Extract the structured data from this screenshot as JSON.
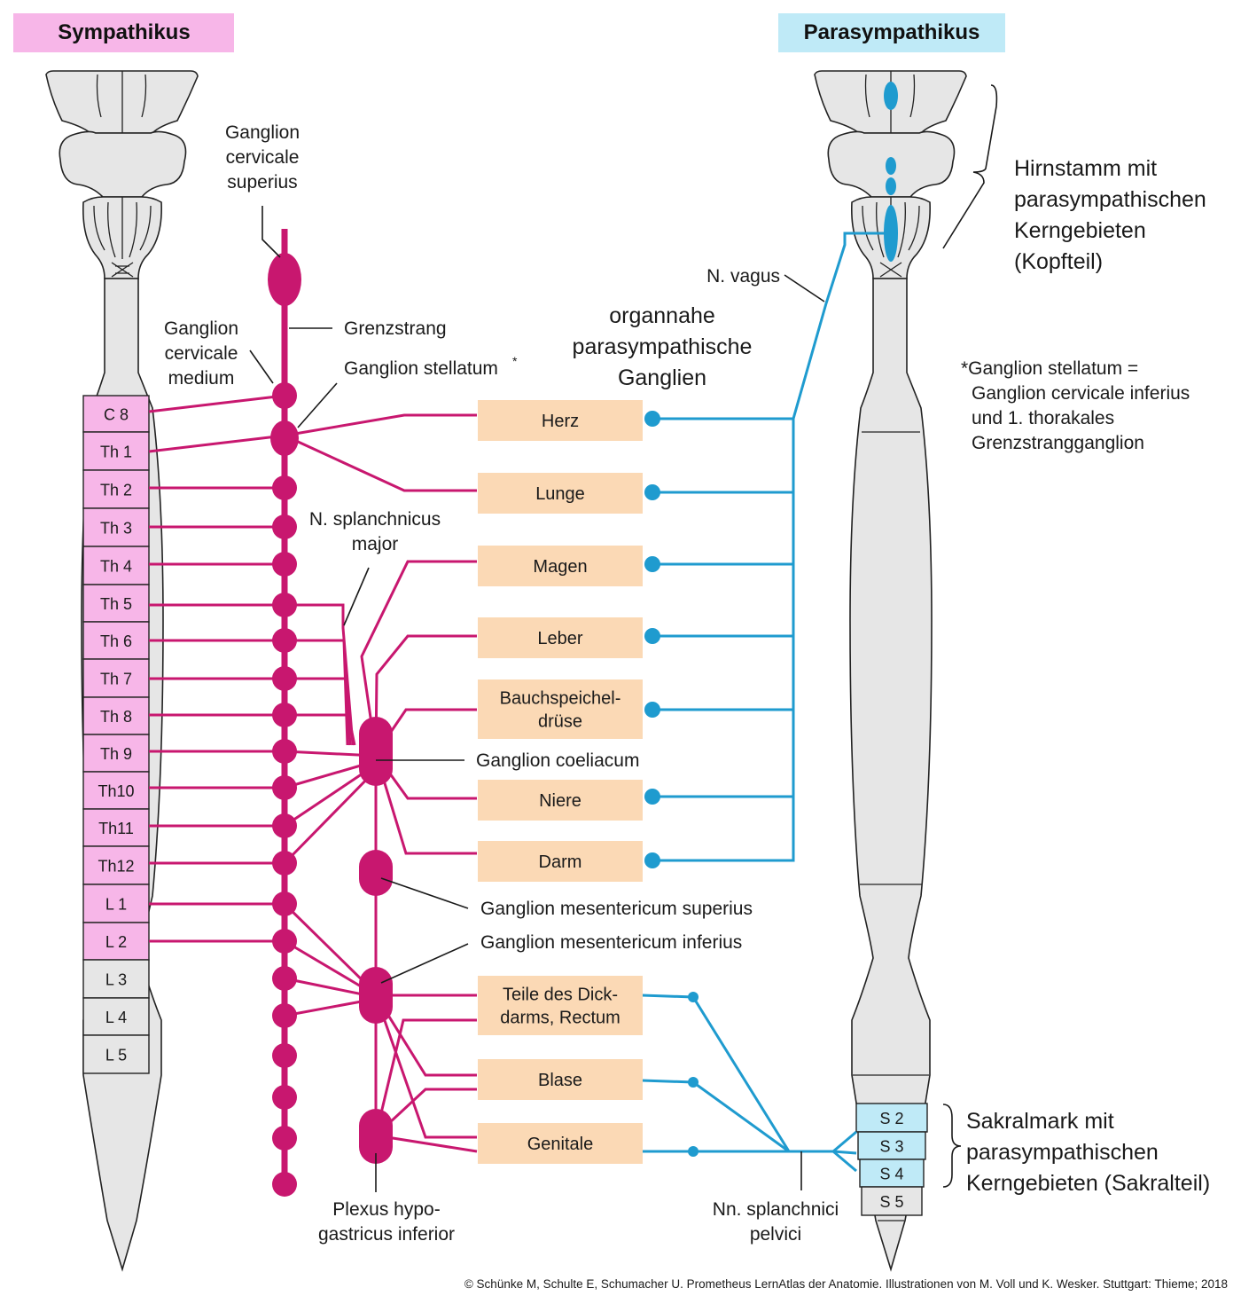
{
  "header": {
    "sympathikus": "Sympathikus",
    "parasympathikus": "Parasympathikus"
  },
  "colors": {
    "sympathetic": "#c8176f",
    "parasympathetic": "#1f9bcf",
    "sympathetic_segment_fill": "#f7b6e8",
    "parasympathetic_segment_fill": "#bfeaf7",
    "organ_fill": "#fbd9b5",
    "cord_fill": "#e6e6e6"
  },
  "labels": {
    "ganglion_cervicale_superius": [
      "Ganglion",
      "cervicale",
      "superius"
    ],
    "grenzstrang": "Grenzstrang",
    "ganglion_cervicale_medium": [
      "Ganglion",
      "cervicale",
      "medium"
    ],
    "ganglion_stellatum": "Ganglion stellatum",
    "asterisk": "*",
    "n_splanchnicus_major": [
      "N. splanchnicus",
      "major"
    ],
    "organnahe": [
      "organnahe",
      "parasympathische",
      "Ganglien"
    ],
    "n_vagus": "N. vagus",
    "ganglion_coeliacum": "Ganglion coeliacum",
    "ganglion_mesentericum_superius": "Ganglion mesentericum superius",
    "ganglion_mesentericum_inferius": "Ganglion mesentericum inferius",
    "plexus_hypogastricus": [
      "Plexus hypo-",
      "gastricus inferior"
    ],
    "nn_splanchnici_pelvici": [
      "Nn. splanchnici",
      "pelvici"
    ],
    "hirnstamm": [
      "Hirnstamm mit",
      "parasympathischen",
      "Kerngebieten",
      "(Kopfteil)"
    ],
    "footnote": [
      "*Ganglion stellatum =",
      "Ganglion cervicale inferius",
      "und 1. thorakales",
      "Grenzstrangganglion"
    ],
    "sakralmark": [
      "Sakralmark mit",
      "parasympathischen",
      "Kerngebieten (Sakralteil)"
    ]
  },
  "sympathetic_segments": [
    "C 8",
    "Th 1",
    "Th 2",
    "Th 3",
    "Th 4",
    "Th 5",
    "Th 6",
    "Th 7",
    "Th 8",
    "Th 9",
    "Th10",
    "Th11",
    "Th12",
    "L 1",
    "L 2",
    "L 3",
    "L 4",
    "L 5"
  ],
  "sacral_segments": [
    "S 2",
    "S 3",
    "S 4",
    "S 5"
  ],
  "organs": [
    {
      "key": "herz",
      "lines": [
        "Herz"
      ]
    },
    {
      "key": "lunge",
      "lines": [
        "Lunge"
      ]
    },
    {
      "key": "magen",
      "lines": [
        "Magen"
      ]
    },
    {
      "key": "leber",
      "lines": [
        "Leber"
      ]
    },
    {
      "key": "bauchspeicheldruese",
      "lines": [
        "Bauchspeichel-",
        "drüse"
      ]
    },
    {
      "key": "niere",
      "lines": [
        "Niere"
      ]
    },
    {
      "key": "darm",
      "lines": [
        "Darm"
      ]
    },
    {
      "key": "dickdarm",
      "lines": [
        "Teile des Dick-",
        "darms, Rectum"
      ]
    },
    {
      "key": "blase",
      "lines": [
        "Blase"
      ]
    },
    {
      "key": "genitale",
      "lines": [
        "Genitale"
      ]
    }
  ],
  "credit": "© Schünke M, Schulte E, Schumacher U. Prometheus LernAtlas der Anatomie. Illustrationen von M. Voll und K. Wesker. Stuttgart: Thieme; 2018"
}
